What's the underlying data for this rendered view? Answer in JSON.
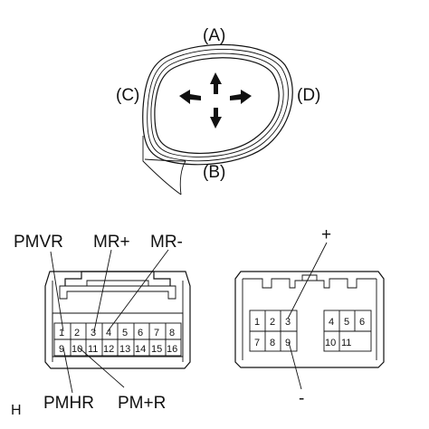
{
  "mirror": {
    "labels": {
      "a": "(A)",
      "b": "(B)",
      "c": "(C)",
      "d": "(D)"
    }
  },
  "connector_left": {
    "top_labels": [
      "PMVR",
      "MR+",
      "MR-"
    ],
    "bottom_labels": [
      "PMHR",
      "PM+R"
    ],
    "row1": [
      "1",
      "2",
      "3",
      "4",
      "5",
      "6",
      "7",
      "8"
    ],
    "row2": [
      "9",
      "10",
      "11",
      "12",
      "13",
      "14",
      "15",
      "16"
    ]
  },
  "connector_right": {
    "plus": "+",
    "minus": "-",
    "group_left_row1": [
      "1",
      "2",
      "3"
    ],
    "group_left_row2": [
      "7",
      "8",
      "9"
    ],
    "group_right_row1": [
      "4",
      "5",
      "6"
    ],
    "group_right_row2": [
      "10",
      "11"
    ]
  },
  "corner_mark": "H"
}
